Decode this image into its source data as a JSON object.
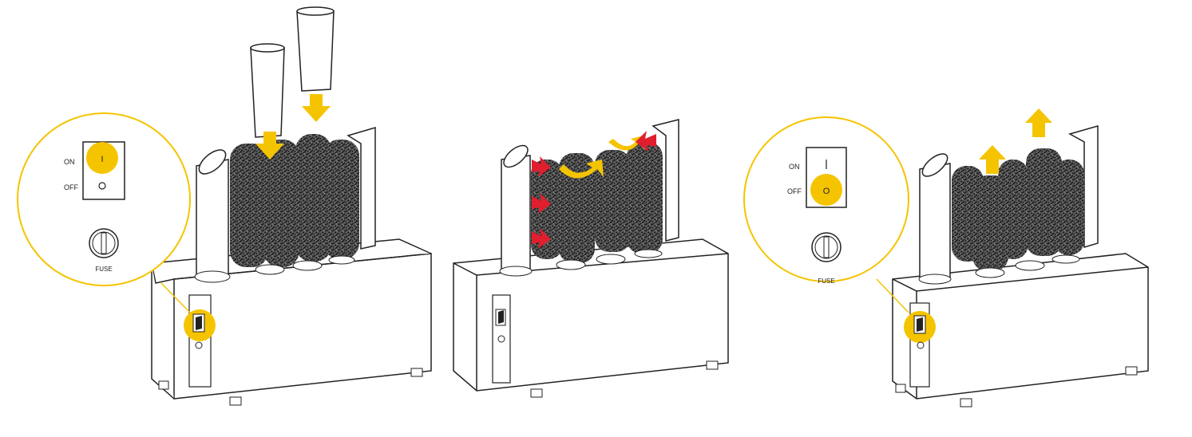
{
  "colors": {
    "accent": "#F5C400",
    "arrow_red": "#E01E2E",
    "outline": "#222222",
    "brush": "#3a3a3a"
  },
  "step1": {
    "switch_on_label": "ON",
    "switch_off_label": "OFF",
    "switch_on_symbol": "I",
    "fuse_label": "FUSE"
  },
  "step3": {
    "switch_on_label": "ON",
    "switch_off_label": "OFF",
    "switch_off_symbol": "O",
    "fuse_label": "FUSE"
  },
  "icons": [
    "down-arrow-icon",
    "rotate-arrow-icon",
    "push-arrow-icon",
    "up-arrow-icon"
  ]
}
